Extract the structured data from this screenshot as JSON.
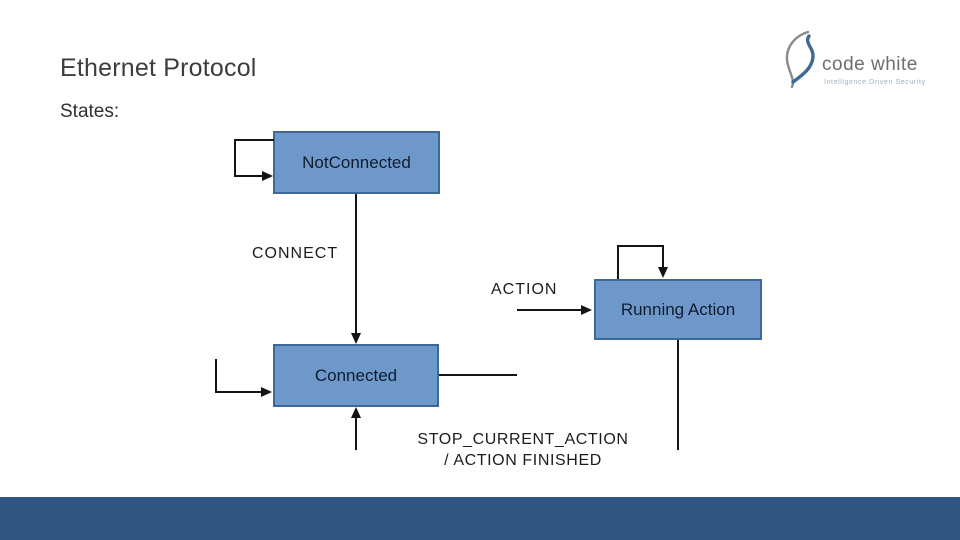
{
  "slide": {
    "title": "Ethernet Protocol",
    "subtitle": "States:",
    "background_color": "#ffffff",
    "footer_bar_color": "#2f5683"
  },
  "logo": {
    "brand": "code white",
    "tagline": "Intelligence Driven Security",
    "mark_gray_color": "#8a8a8a",
    "mark_blue_color": "#3e6a96"
  },
  "diagram": {
    "type": "state-machine",
    "box_fill_color": "#6e98c9",
    "box_border_color": "#3f689a",
    "line_color": "#141414",
    "states": [
      {
        "label": "NotConnected",
        "self_loop": true
      },
      {
        "label": "Connected",
        "entry_arrow": true
      },
      {
        "label": "Running Action",
        "self_loop": true
      }
    ],
    "transitions": [
      {
        "from": "NotConnected",
        "to": "Connected",
        "label": "CONNECT"
      },
      {
        "from": "Connected",
        "to": "Running Action",
        "label": "ACTION"
      },
      {
        "from": "Running Action",
        "to": "Connected",
        "label": "STOP_CURRENT_ACTION / ACTION FINISHED"
      }
    ],
    "labels": {
      "connect": "CONNECT",
      "action": "ACTION",
      "stop_line1": "STOP_CURRENT_ACTION",
      "stop_line2": "/ ACTION FINISHED"
    }
  }
}
